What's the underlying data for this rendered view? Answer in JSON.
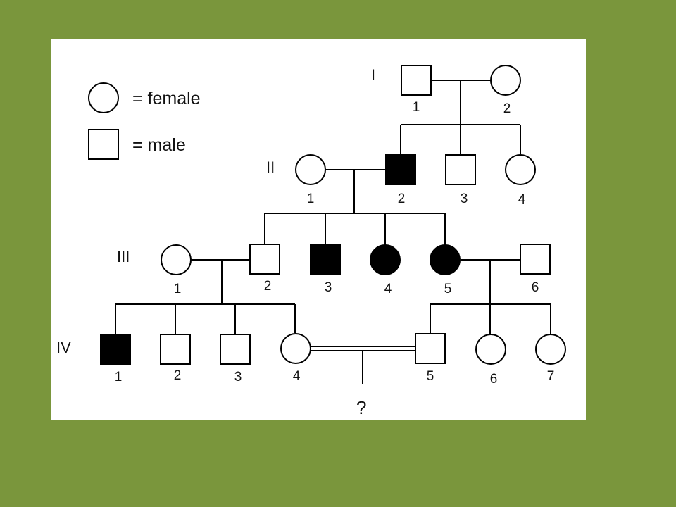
{
  "legend": {
    "female": "= female",
    "male": "= male"
  },
  "colors": {
    "background": "#7a963c",
    "panel": "#ffffff",
    "affected": "#000000",
    "unaffected": "#ffffff"
  },
  "generations": [
    "I",
    "II",
    "III",
    "IV"
  ],
  "individuals": [
    {
      "id": "I-1",
      "label": "1",
      "sex": "male",
      "affected": false
    },
    {
      "id": "I-2",
      "label": "2",
      "sex": "female",
      "affected": false
    },
    {
      "id": "II-1",
      "label": "1",
      "sex": "female",
      "affected": false
    },
    {
      "id": "II-2",
      "label": "2",
      "sex": "male",
      "affected": true
    },
    {
      "id": "II-3",
      "label": "3",
      "sex": "male",
      "affected": false
    },
    {
      "id": "II-4",
      "label": "4",
      "sex": "female",
      "affected": false
    },
    {
      "id": "III-1",
      "label": "1",
      "sex": "female",
      "affected": false
    },
    {
      "id": "III-2",
      "label": "2",
      "sex": "male",
      "affected": false
    },
    {
      "id": "III-3",
      "label": "3",
      "sex": "male",
      "affected": true
    },
    {
      "id": "III-4",
      "label": "4",
      "sex": "female",
      "affected": true
    },
    {
      "id": "III-5",
      "label": "5",
      "sex": "female",
      "affected": true
    },
    {
      "id": "III-6",
      "label": "6",
      "sex": "male",
      "affected": false
    },
    {
      "id": "IV-1",
      "label": "1",
      "sex": "male",
      "affected": true
    },
    {
      "id": "IV-2",
      "label": "2",
      "sex": "male",
      "affected": false
    },
    {
      "id": "IV-3",
      "label": "3",
      "sex": "male",
      "affected": false
    },
    {
      "id": "IV-4",
      "label": "4",
      "sex": "female",
      "affected": false
    },
    {
      "id": "IV-5",
      "label": "5",
      "sex": "male",
      "affected": false
    },
    {
      "id": "IV-6",
      "label": "6",
      "sex": "female",
      "affected": false
    },
    {
      "id": "IV-7",
      "label": "7",
      "sex": "female",
      "affected": false
    }
  ],
  "offspring_label": "?"
}
